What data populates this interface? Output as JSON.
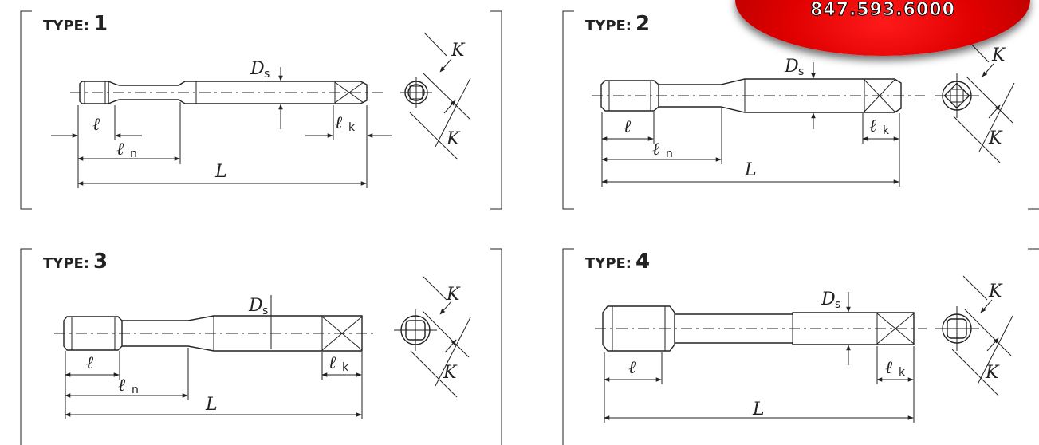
{
  "panels": [
    {
      "type_label": "TYPE:",
      "type_number": "1"
    },
    {
      "type_label": "TYPE:",
      "type_number": "2"
    },
    {
      "type_label": "TYPE:",
      "type_number": "3"
    },
    {
      "type_label": "TYPE:",
      "type_number": "4"
    }
  ],
  "labels": {
    "D": "D",
    "s": "s",
    "l": "ℓ",
    "n": "n",
    "k": "k",
    "L": "L",
    "K": "K"
  },
  "badge": {
    "phone": "847.593.6000"
  },
  "colors": {
    "line": "#222222",
    "badge_red": "#e00000"
  }
}
